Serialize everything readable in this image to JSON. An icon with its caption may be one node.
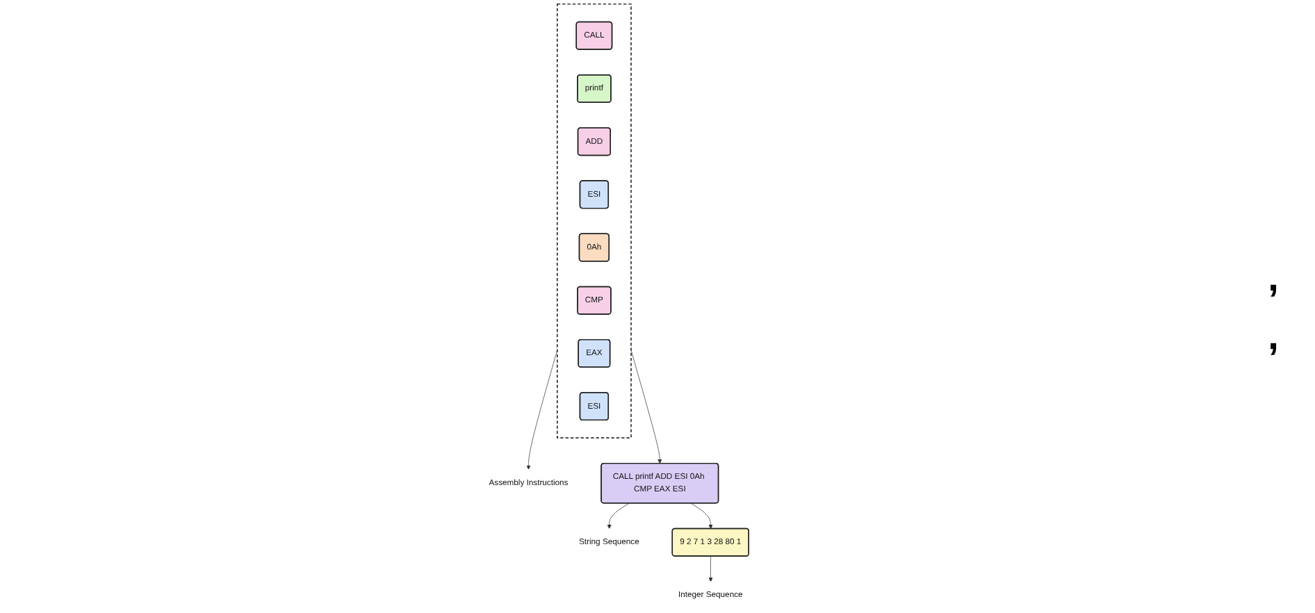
{
  "diagram": {
    "nodes": [
      {
        "text": [],
        "shape": "box"
      },
      {
        "text": [
          "CALL"
        ],
        "in": 0
      },
      {
        "text": [
          "printf"
        ],
        "in": 0
      },
      {
        "text": [
          "ADD"
        ],
        "in": 0
      },
      {
        "text": [
          "ESI"
        ],
        "in": 0
      },
      {
        "text": [
          "0Ah"
        ],
        "in": 0
      },
      {
        "text": [
          "CMP"
        ],
        "in": 0
      },
      {
        "text": [
          "EAX"
        ],
        "in": 0
      },
      {
        "text": [
          "ESI"
        ],
        "in": 0
      },
      {
        "text": [
          "Assembly Instructions"
        ]
      },
      {
        "text": [
          "CALL printf ADD ESI 0Ah CMP EAX ESI"
        ]
      },
      {
        "text": [
          "String Sequence"
        ]
      },
      {
        "text": [
          "9 2 7 1 3 28 80 1"
        ]
      },
      {
        "text": [
          "Integer Sequence"
        ]
      }
    ],
    "edges": [
      {
        "from": 0,
        "to": 9,
        "arrow": "to"
      },
      {
        "from": 0,
        "to": 10,
        "arrow": "to"
      },
      {
        "from": 10,
        "to": 11,
        "arrow": "to"
      },
      {
        "from": 10,
        "to": 12,
        "arrow": "to"
      },
      {
        "from": 12,
        "to": 13,
        "arrow": "to"
      }
    ],
    "labels": [
      ",",
      ","
    ]
  }
}
